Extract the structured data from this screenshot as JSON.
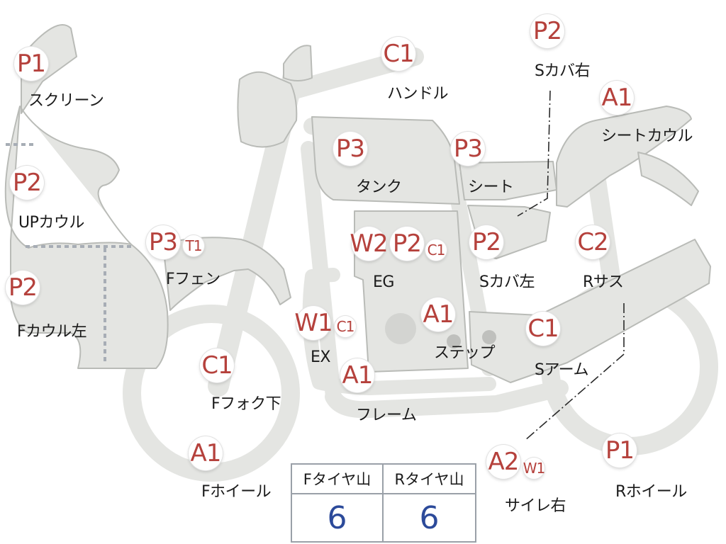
{
  "parts": [
    {
      "id": "screen",
      "codes": [
        "P1"
      ],
      "label": "スクリーン"
    },
    {
      "id": "up-cowl",
      "codes": [
        "P2"
      ],
      "label": "UPカウル"
    },
    {
      "id": "f-cowl-left",
      "codes": [
        "P2"
      ],
      "label": "Fカウル左"
    },
    {
      "id": "f-fender",
      "codes": [
        "P3",
        "T1"
      ],
      "label": "Fフェン"
    },
    {
      "id": "f-fork-lower",
      "codes": [
        "C1"
      ],
      "label": "Fフォク下"
    },
    {
      "id": "f-wheel",
      "codes": [
        "A1"
      ],
      "label": "Fホイール"
    },
    {
      "id": "handle",
      "codes": [
        "C1"
      ],
      "label": "ハンドル"
    },
    {
      "id": "tank",
      "codes": [
        "P3"
      ],
      "label": "タンク"
    },
    {
      "id": "seat",
      "codes": [
        "P3"
      ],
      "label": "シート"
    },
    {
      "id": "engine",
      "codes": [
        "W2",
        "P2",
        "C1"
      ],
      "label": "EG"
    },
    {
      "id": "exhaust",
      "codes": [
        "W1",
        "C1"
      ],
      "label": "EX"
    },
    {
      "id": "frame",
      "codes": [
        "A1"
      ],
      "label": "フレーム"
    },
    {
      "id": "step",
      "codes": [
        "A1"
      ],
      "label": "ステップ"
    },
    {
      "id": "s-cover-left",
      "codes": [
        "P2"
      ],
      "label": "Sカバ左"
    },
    {
      "id": "s-cover-right",
      "codes": [
        "P2"
      ],
      "label": "Sカバ右"
    },
    {
      "id": "seat-cowl",
      "codes": [
        "A1"
      ],
      "label": "シートカウル"
    },
    {
      "id": "r-suspension",
      "codes": [
        "C2"
      ],
      "label": "Rサス"
    },
    {
      "id": "swing-arm",
      "codes": [
        "C1"
      ],
      "label": "Sアーム"
    },
    {
      "id": "silencer-right",
      "codes": [
        "A2",
        "W1"
      ],
      "label": "サイレ右"
    },
    {
      "id": "r-wheel",
      "codes": [
        "P1"
      ],
      "label": "Rホイール"
    }
  ],
  "tread": {
    "front_label": "Fタイヤ山",
    "rear_label": "Rタイヤ山",
    "front_value": "6",
    "rear_value": "6"
  },
  "colors": {
    "part_fill": "#e4e5e2",
    "part_stroke": "#b9bbb7",
    "code_text": "#b5413c",
    "tread_value": "#2c4a9a"
  }
}
